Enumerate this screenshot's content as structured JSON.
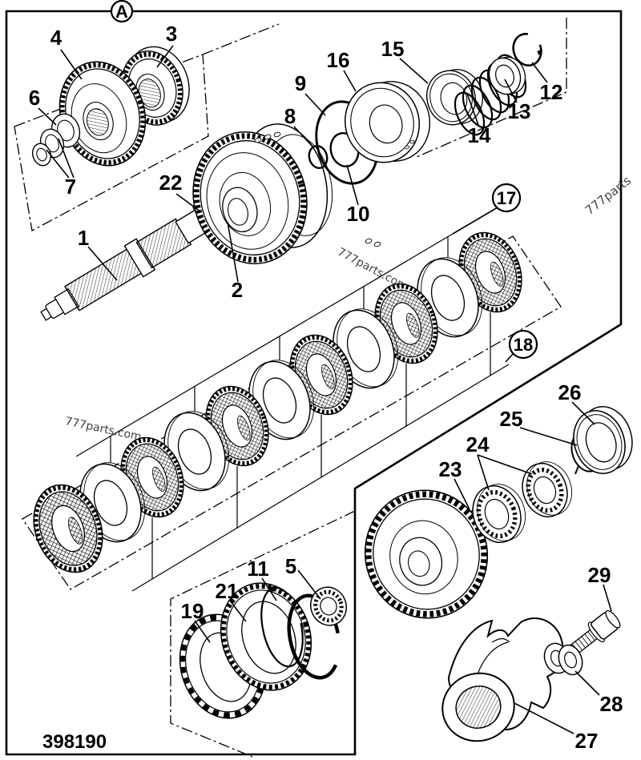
{
  "figure": {
    "part_number": "398190",
    "view_label": "A",
    "watermarks": {
      "side": "777parts",
      "mid": "777parts.com",
      "left": "777parts.com"
    },
    "colors": {
      "line": "#000000",
      "background": "#ffffff"
    },
    "callouts": {
      "c1": "1",
      "c2": "2",
      "c3": "3",
      "c4": "4",
      "c5": "5",
      "c6": "6",
      "c7": "7",
      "c8": "8",
      "c9": "9",
      "c10": "10",
      "c11": "11",
      "c12": "12",
      "c13": "13",
      "c14": "14",
      "c15": "15",
      "c16": "16",
      "c17": "17",
      "c18": "18",
      "c19": "19",
      "c21": "21",
      "c22": "22",
      "c23": "23",
      "c24": "24",
      "c25": "25",
      "c26": "26",
      "c27": "27",
      "c28": "28",
      "c29": "29"
    }
  }
}
